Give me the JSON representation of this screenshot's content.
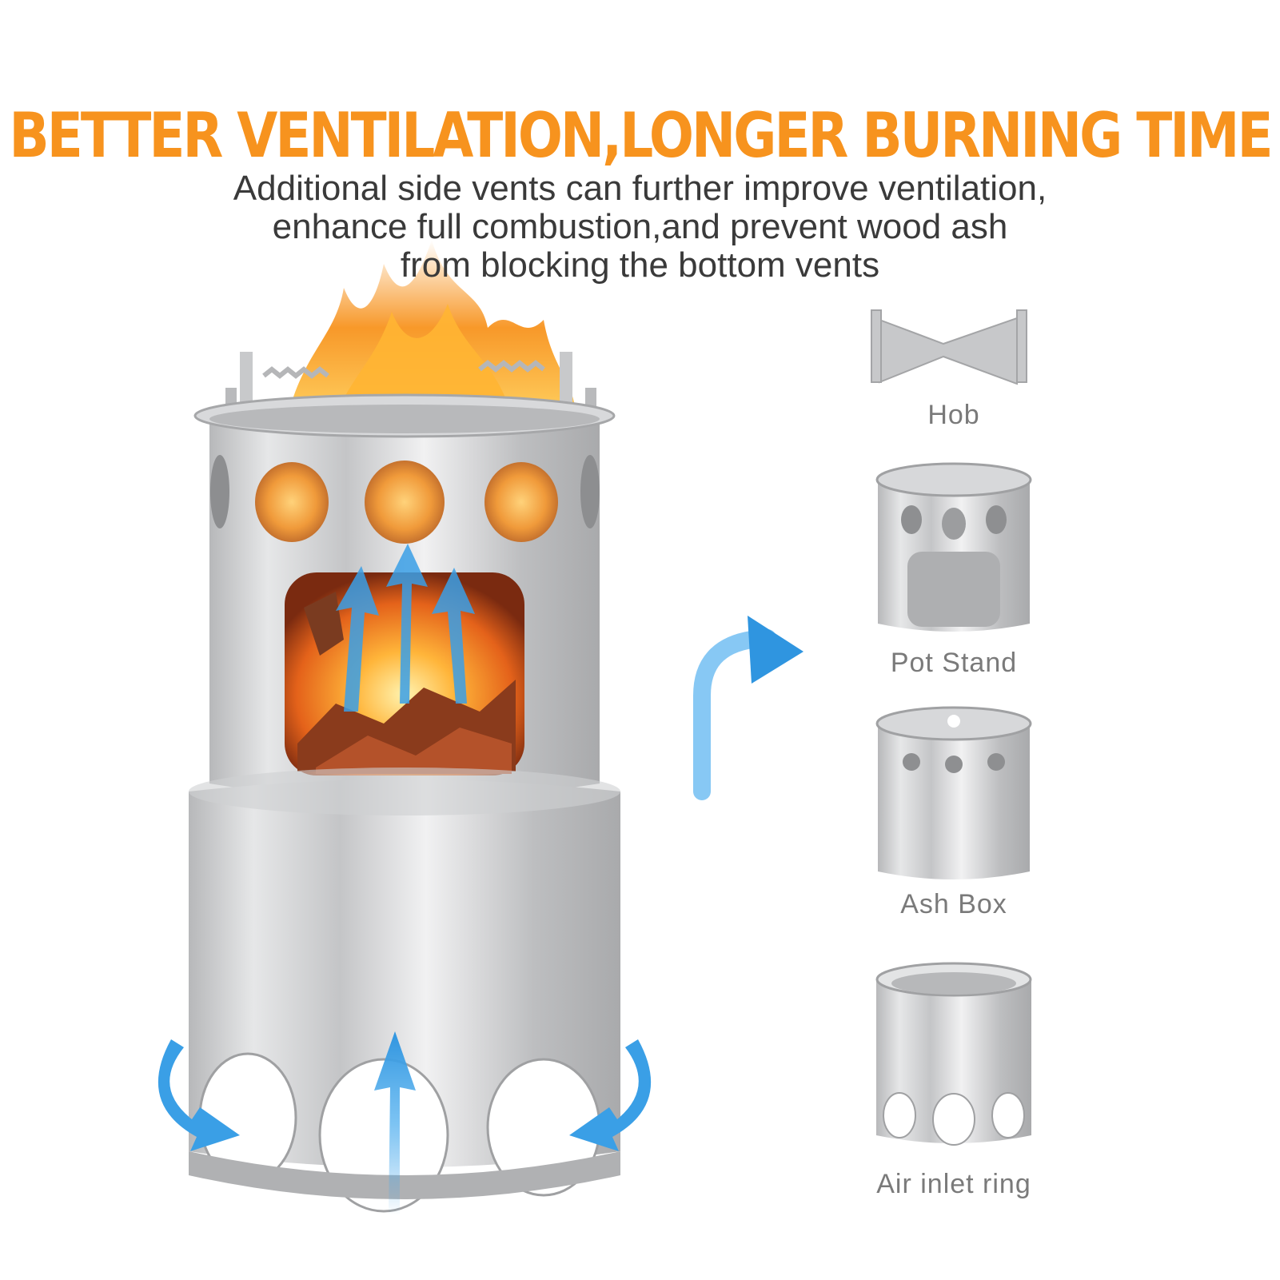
{
  "headline": "BETTER VENTILATION,LONGER BURNING TIME",
  "description": {
    "line1": "Additional side vents can further improve ventilation,",
    "line2": "enhance full combustion,and prevent wood ash",
    "line3": "from blocking the bottom vents"
  },
  "parts": [
    {
      "label": "Hob",
      "icon": "hob-icon"
    },
    {
      "label": "Pot Stand",
      "icon": "pot-stand-icon"
    },
    {
      "label": "Ash Box",
      "icon": "ash-box-icon"
    },
    {
      "label": "Air inlet ring",
      "icon": "air-inlet-ring-icon"
    }
  ],
  "colors": {
    "headline": "#f7931e",
    "body_text": "#3a3a3a",
    "label_text": "#7a7a7a",
    "arrow": "#3aa0e8",
    "steel": "#c9cacc",
    "flame": "#f5a020"
  }
}
